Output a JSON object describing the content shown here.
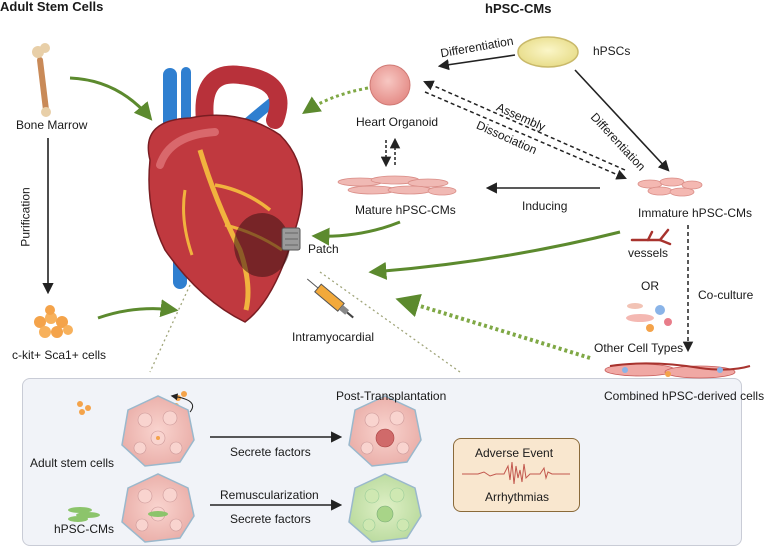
{
  "headers": {
    "adult_stem_cells": "Adult Stem Cells",
    "hpsc_cms": "hPSC-CMs"
  },
  "labels": {
    "bone_marrow": "Bone Marrow",
    "purification": "Purification",
    "ckit": "c-kit+ Sca1+ cells",
    "hpscs": "hPSCs",
    "differentiation_top": "Differentiation",
    "differentiation_right": "Differentiation",
    "heart_organoid": "Heart Organoid",
    "assembly": "Assembly",
    "dissociation": "Dissociation",
    "mature": "Mature hPSC-CMs",
    "inducing": "Inducing",
    "immature": "Immature hPSC-CMs",
    "patch": "Patch",
    "vessels": "vessels",
    "or": "OR",
    "coculture": "Co-culture",
    "other_cells": "Other Cell Types",
    "combined": "Combined hPSC-derived cells",
    "intramyocardial": "Intramyocardial"
  },
  "panel": {
    "title": "Post-Transplantation",
    "adult_stem_cells": "Adult stem cells",
    "hpsc_cms": "hPSC-CMs",
    "secrete_factors_1": "Secrete factors",
    "remuscularization": "Remuscularization",
    "secrete_factors_2": "Secrete factors",
    "adverse_event": "Adverse Event",
    "arrhythmias": "Arrhythmias"
  },
  "colors": {
    "green_arrow": "#5c8a2e",
    "heart_red": "#b8313a",
    "vessel_blue": "#2f7fd0",
    "panel_bg": "#f1f3f8",
    "adverse_bg": "#f9e7cf"
  }
}
